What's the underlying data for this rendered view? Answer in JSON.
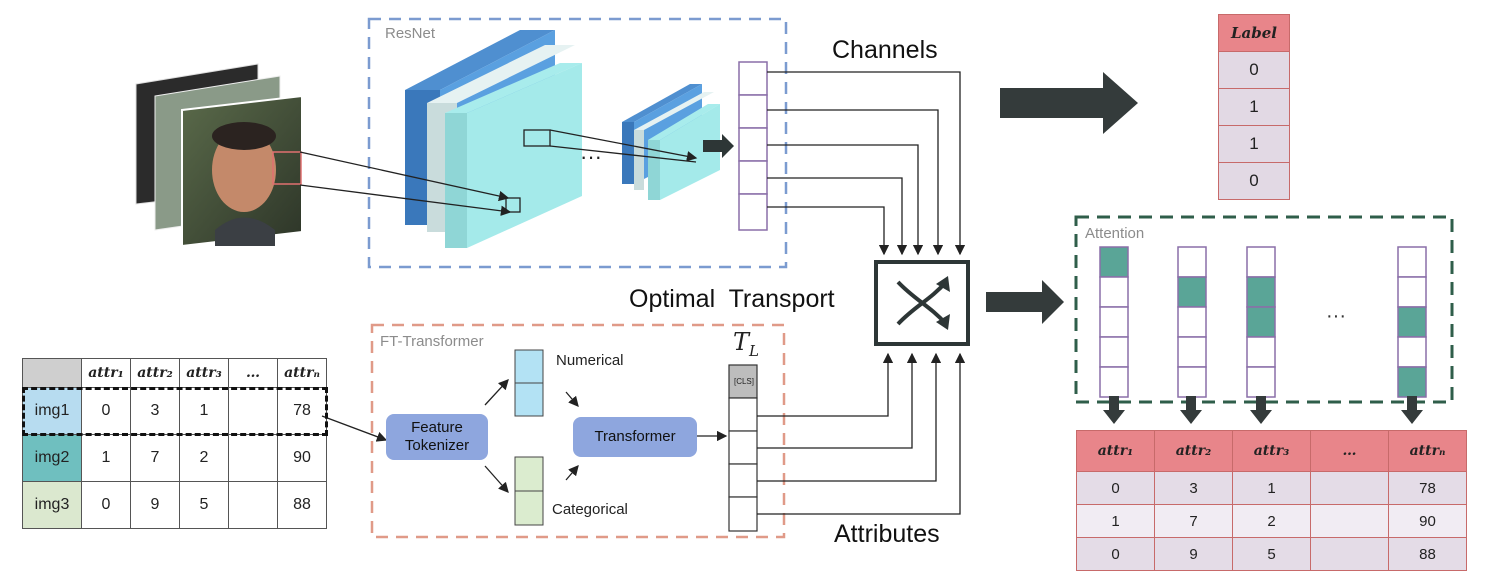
{
  "labels": {
    "resnet": "ResNet",
    "ft_transformer": "FT-Transformer",
    "attention": "Attention",
    "channels": "Channels",
    "attributes": "Attributes",
    "optimal_transport": "Optimal  Transport",
    "numerical": "Numerical",
    "categorical": "Categorical",
    "feature_tokenizer_1": "Feature",
    "feature_tokenizer_2": "Tokenizer",
    "transformer": "Transformer",
    "cls": "[CLS]",
    "tl": "T",
    "tl_sub": "L",
    "ellipsis": "···",
    "ellipsis_att": "···"
  },
  "attr_table": {
    "headers": [
      "attr₁",
      "attr₂",
      "attr₃",
      "…",
      "attrₙ"
    ],
    "rows": [
      {
        "id": "img1",
        "values": [
          "0",
          "3",
          "1",
          "",
          "78"
        ],
        "color": "#b7dcf0"
      },
      {
        "id": "img2",
        "values": [
          "1",
          "7",
          "2",
          "",
          "90"
        ],
        "color": "#6fbfbf"
      },
      {
        "id": "img3",
        "values": [
          "0",
          "9",
          "5",
          "",
          "88"
        ],
        "color": "#dbe8cf"
      }
    ]
  },
  "label_table": {
    "header": "Label",
    "values": [
      "0",
      "1",
      "1",
      "0"
    ]
  },
  "result_table": {
    "headers": [
      "attr₁",
      "attr₂",
      "attr₃",
      "…",
      "attrₙ"
    ],
    "rows": [
      [
        "0",
        "3",
        "1",
        "",
        "78"
      ],
      [
        "1",
        "7",
        "2",
        "",
        "90"
      ],
      [
        "0",
        "9",
        "5",
        "",
        "88"
      ]
    ]
  },
  "attention_columns": [
    [
      1,
      0,
      0,
      0,
      0
    ],
    [
      0,
      1,
      0,
      0,
      0
    ],
    [
      0,
      1,
      1,
      0,
      0
    ],
    [
      0,
      0,
      1,
      0,
      1
    ]
  ],
  "colors": {
    "resnet_border": "#7b9bd0",
    "ft_border": "#e09a88",
    "attention_border": "#2f5e4a",
    "teal": "#5aa597",
    "purple": "#8a6fa8",
    "arrow_dark": "#343b3b"
  }
}
